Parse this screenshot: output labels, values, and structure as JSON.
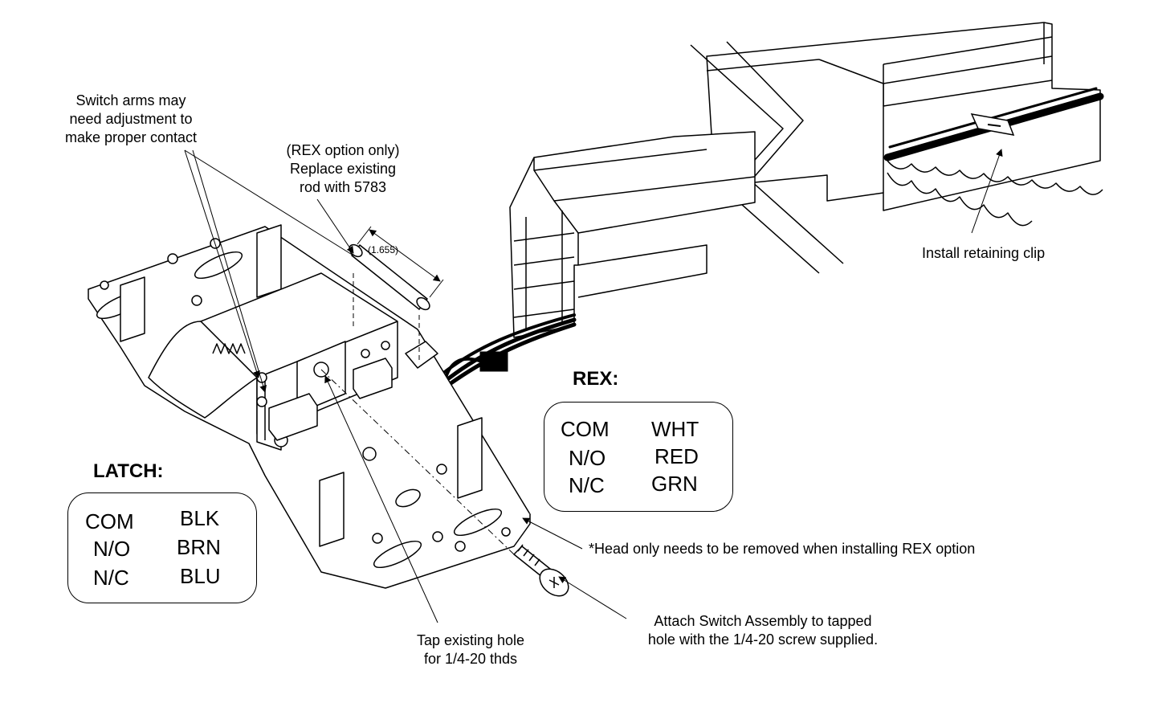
{
  "labels": {
    "switch_arms": "Switch arms may\nneed adjustment to\nmake proper contact",
    "rex_rod": "(REX option only)\nReplace existing\nrod with 5783",
    "dimension": "(1.655)",
    "retaining_clip": "Install retaining clip",
    "head_note": "*Head only needs to be removed when installing REX option",
    "attach_switch": "Attach Switch Assembly to tapped\nhole with the 1/4-20 screw supplied.",
    "tap_hole": "Tap existing hole\nfor 1/4-20 thds"
  },
  "rex": {
    "title": "REX:",
    "rows": [
      {
        "terminal": "COM",
        "wire": "WHT"
      },
      {
        "terminal": "N/O",
        "wire": "RED"
      },
      {
        "terminal": "N/C",
        "wire": "GRN"
      }
    ]
  },
  "latch": {
    "title": "LATCH:",
    "rows": [
      {
        "terminal": "COM",
        "wire": "BLK"
      },
      {
        "terminal": "N/O",
        "wire": "BRN"
      },
      {
        "terminal": "N/C",
        "wire": "BLU"
      }
    ]
  },
  "colors": {
    "line": "#000000",
    "paper": "#ffffff"
  }
}
